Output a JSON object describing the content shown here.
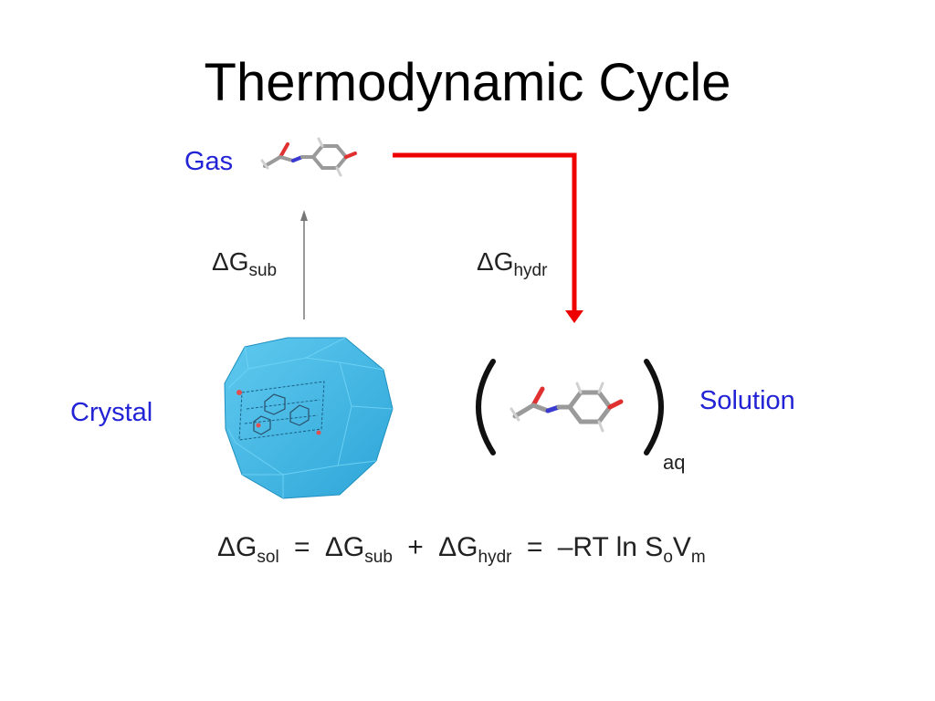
{
  "slide": {
    "title": "Thermodynamic Cycle"
  },
  "states": {
    "gas": "Gas",
    "crystal": "Crystal",
    "solution": "Solution",
    "aq": "aq"
  },
  "transitions": {
    "sublimation": {
      "symbol": "ΔG",
      "subscript": "sub"
    },
    "hydration": {
      "symbol": "ΔG",
      "subscript": "hydr"
    }
  },
  "equation": {
    "t1": "ΔG",
    "s1": "sol",
    "op1": "=",
    "t2": "ΔG",
    "s2": "sub",
    "op2": "+",
    "t3": "ΔG",
    "s3": "hydr",
    "op3": "=",
    "t4": "–RT ln S",
    "s4": "o",
    "t5": "V",
    "s5": "m"
  },
  "colors": {
    "label_blue": "#2323d6",
    "hydration_arrow": "#ee0000",
    "sublimation_arrow": "#777777",
    "crystal_fill": "#3bb4e4"
  },
  "icons": {
    "gas_molecule": "paracetamol-molecule-icon",
    "solution_molecule": "paracetamol-molecule-icon",
    "crystal": "crystal-polyhedron-icon"
  }
}
